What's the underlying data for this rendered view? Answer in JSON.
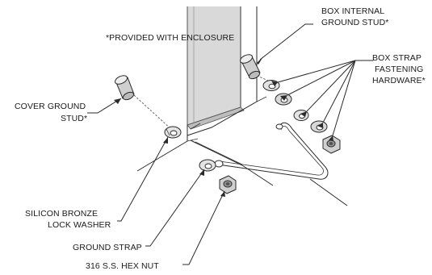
{
  "labels": {
    "provided_note": "*PROVIDED WITH ENCLOSURE",
    "box_internal_line1": "BOX INTERNAL",
    "box_internal_line2": "GROUND STUD*",
    "box_strap_line1": "BOX STRAP",
    "box_strap_line2": "FASTENING",
    "box_strap_line3": "HARDWARE*",
    "cover_ground_line1": "COVER GROUND",
    "cover_ground_line2": "STUD*",
    "lock_washer_line1": "SILICON BRONZE",
    "lock_washer_line2": "LOCK WASHER",
    "ground_strap": "GROUND STRAP",
    "hex_nut": "316 S.S. HEX NUT"
  }
}
